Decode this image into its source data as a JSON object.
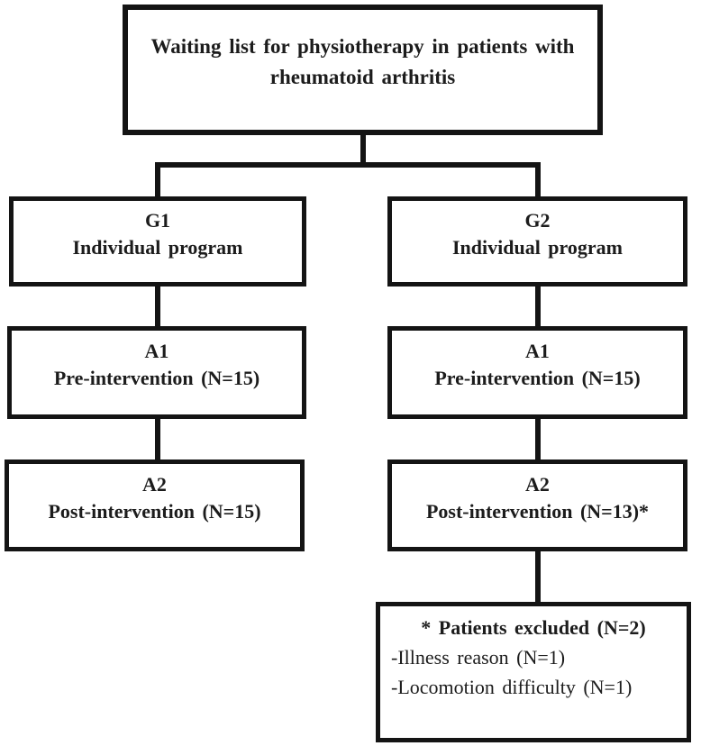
{
  "diagram": {
    "type": "flowchart",
    "colors": {
      "border": "#141414",
      "text": "#1c1c1c",
      "background": "#ffffff"
    },
    "nodes": {
      "root": {
        "lines": [
          "Waiting list for physiotherapy in patients with",
          "rheumatoid arthritis"
        ]
      },
      "g1": {
        "label": "G1",
        "text": "Individual program"
      },
      "g2": {
        "label": "G2",
        "text": "Individual program"
      },
      "g1_a1": {
        "label": "A1",
        "text": "Pre-intervention (N=15)"
      },
      "g2_a1": {
        "label": "A1",
        "text": "Pre-intervention (N=15)"
      },
      "g1_a2": {
        "label": "A2",
        "text": "Post-intervention (N=15)"
      },
      "g2_a2": {
        "label": "A2",
        "text": "Post-intervention (N=13)*"
      },
      "excluded": {
        "title": "* Patients excluded (N=2)",
        "items": [
          "-Illness reason (N=1)",
          "-Locomotion difficulty (N=1)"
        ]
      }
    }
  }
}
